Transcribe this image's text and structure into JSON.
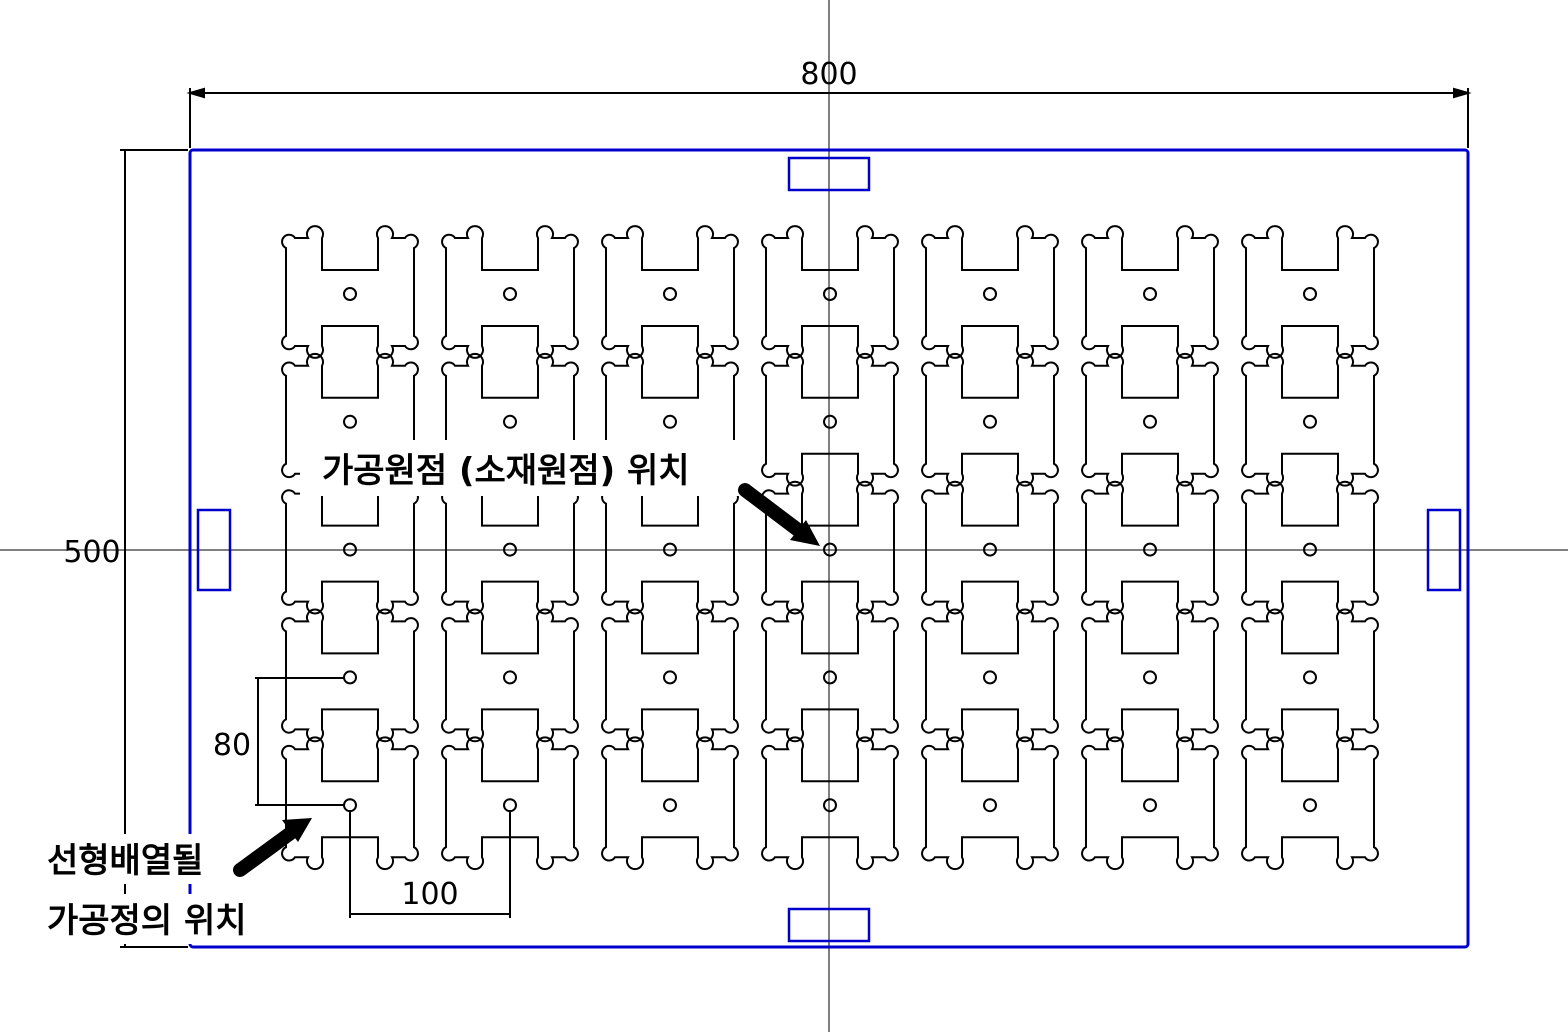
{
  "dimensions": {
    "width_label": "800",
    "height_label": "500",
    "pitch_y_label": "80",
    "pitch_x_label": "100"
  },
  "annotations": {
    "origin_note": "가공원점 (소재원점) 위치",
    "array_note_line1": "선형배열될",
    "array_note_line2": "가공정의 위치"
  },
  "grid": {
    "rows": 5,
    "cols": 7
  },
  "colors": {
    "plate_outline": "#0000cc",
    "clamp": "#0000cc",
    "geometry": "#000000",
    "axis": "#000000"
  }
}
